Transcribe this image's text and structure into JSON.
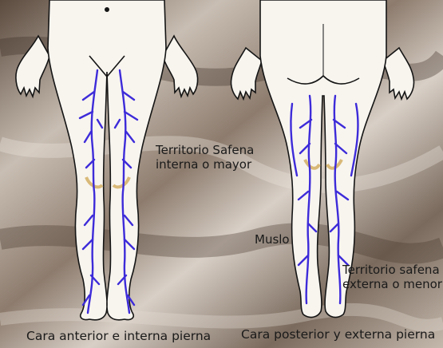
{
  "labels": {
    "territory_great_line1": "Territorio Safena",
    "territory_great_line2": "interna  o mayor",
    "thigh": "Muslo",
    "territory_small_line1": "Territorio safena",
    "territory_small_line2": "externa o menor",
    "caption_front": "Cara anterior e interna pierna",
    "caption_back": "Cara posterior y externa pierna"
  },
  "colors": {
    "skin": "#f8f5ef",
    "outline": "#151515",
    "vein": "#3d2bd9",
    "knee_shade": "#f0d9a8"
  }
}
